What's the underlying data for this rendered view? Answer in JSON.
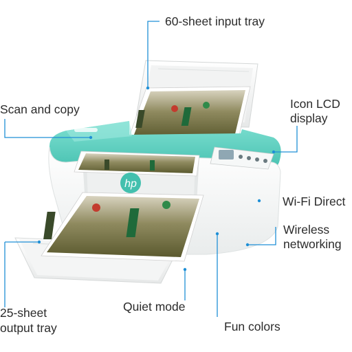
{
  "callouts": {
    "input_tray": "60-sheet input tray",
    "scan_copy": "Scan and copy",
    "lcd_line1": "Icon LCD",
    "lcd_line2": "display",
    "wifi_direct": "Wi-Fi Direct",
    "wireless_line1": "Wireless",
    "wireless_line2": "networking",
    "output_line1": "25-sheet",
    "output_line2": "output tray",
    "quiet_mode": "Quiet mode",
    "fun_colors": "Fun colors"
  },
  "printer": {
    "logo": "hp"
  },
  "colors": {
    "accent": "#1e8fd6",
    "body": "#f4f5f5",
    "teal": "#5fd0bf"
  }
}
